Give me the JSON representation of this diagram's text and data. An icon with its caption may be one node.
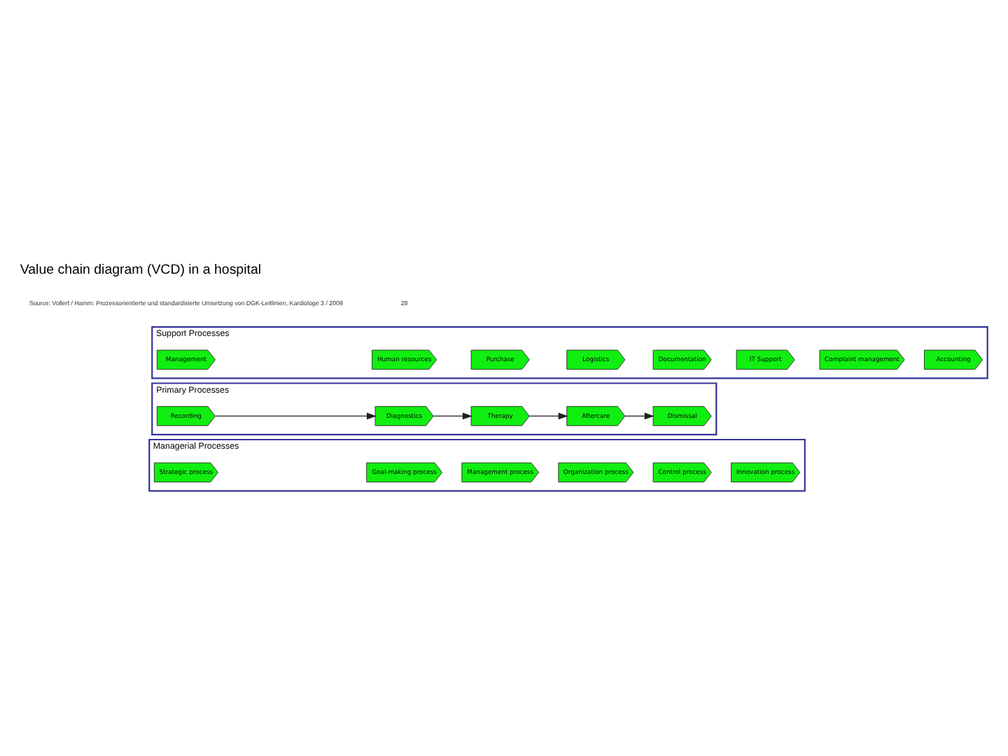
{
  "diagram": {
    "title": "Value chain diagram (VCD) in a hospital",
    "nodes": [
      {
        "text": [
          "Managerial Processes"
        ]
      },
      {
        "text": [
          "Strategic process"
        ],
        "in": 0
      },
      {
        "text": [
          "Goal-making process"
        ],
        "in": 0
      },
      {
        "text": [
          "Management process"
        ],
        "in": 0
      },
      {
        "text": [
          "Organization process"
        ],
        "in": 0
      },
      {
        "text": [
          "Control process"
        ],
        "in": 0
      },
      {
        "text": [
          "Innovation process"
        ],
        "in": 0
      },
      {
        "text": [
          "Primary Processes"
        ]
      },
      {
        "text": [
          "Recording"
        ],
        "in": 7
      },
      {
        "text": [
          "Diagnostics"
        ],
        "in": 7
      },
      {
        "text": [
          "Therapy"
        ],
        "in": 7
      },
      {
        "text": [
          "Aftercare"
        ],
        "in": 7
      },
      {
        "text": [
          "Dismissal"
        ],
        "in": 7
      },
      {
        "text": [
          "Support Processes"
        ]
      },
      {
        "text": [
          "Management"
        ],
        "in": 13
      },
      {
        "text": [
          "Human resources"
        ],
        "in": 13
      },
      {
        "text": [
          "Purchase"
        ],
        "in": 13
      },
      {
        "text": [
          "Logistics"
        ],
        "in": 13
      },
      {
        "text": [
          "Documentation"
        ],
        "in": 13
      },
      {
        "text": [
          "IT Support"
        ],
        "in": 13
      },
      {
        "text": [
          "Complaint management"
        ],
        "in": 13
      },
      {
        "text": [
          "Accounting"
        ],
        "in": 13
      }
    ],
    "edges": [
      {
        "from": 8,
        "to": 9,
        "arrow": "to"
      },
      {
        "from": 9,
        "to": 10,
        "arrow": "to"
      },
      {
        "from": 10,
        "to": 11,
        "arrow": "to"
      },
      {
        "from": 11,
        "to": 12,
        "arrow": "to"
      }
    ],
    "labels": [
      "Source: Vollert / Hamm: Prozessorientierte und standardisierte Umsetzung von DGK-Leitlinien, Kardiologe 3 / 2009",
      "28"
    ]
  }
}
